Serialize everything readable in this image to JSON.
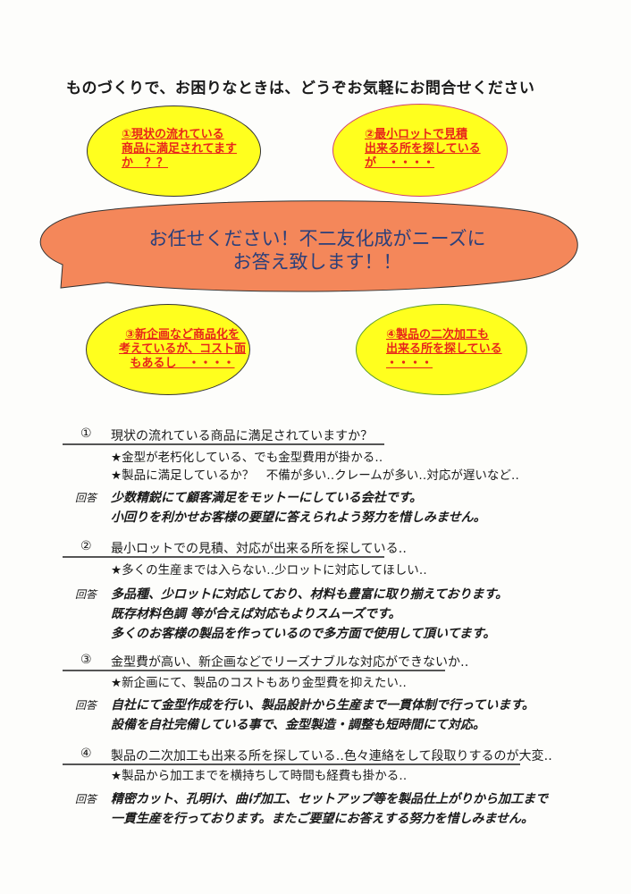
{
  "title": "ものづくりで、お困りなときは、どうぞお気軽にお問合せください",
  "bubbles": [
    {
      "lines": [
        "①現状の流れている",
        "商品に満足されてます",
        "か　？？"
      ]
    },
    {
      "lines": [
        "②最小ロットで見積",
        "出来る所を探している",
        "が　・・・・"
      ]
    },
    {
      "lines": [
        "③新企画など商品化を",
        "考えているが、コスト面",
        "もあるし　・・・・"
      ]
    },
    {
      "lines": [
        "④製品の二次加工も",
        "出来る所を探している",
        "・・・・"
      ]
    }
  ],
  "callout": {
    "lines": [
      "お任せください！不二友化成がニーズに",
      "お答え致します！！"
    ]
  },
  "answer_label": "回答",
  "sections": [
    {
      "number": "①",
      "question": "現状の流れている商品に満足されていますか？",
      "notes": [
        "★金型が老朽化している、でも金型費用が掛かる‥",
        "★製品に満足しているか？　不備が多い‥クレームが多い‥対応が遅いなど‥"
      ],
      "answers": [
        "少数精鋭にて顧客満足をモットーにしている会社です。",
        "小回りを利かせお客様の要望に答えられよう努力を惜しみません。"
      ]
    },
    {
      "number": "②",
      "question": "最小ロットでの見積、対応が出来る所を探している‥",
      "notes": [
        "★多くの生産までは入らない‥少ロットに対応してほしい‥"
      ],
      "answers": [
        "多品種、少ロットに対応しており、材料も豊富に取り揃えております。",
        "既存材料色調 等が合えば対応もよりスムーズです。",
        "多くのお客様の製品を作っているので多方面で使用して頂いてます。"
      ]
    },
    {
      "number": "③",
      "question": "金型費が高い、新企画などでリーズナブルな対応ができないか‥",
      "notes": [
        "★新企画にて、製品のコストもあり金型費を抑えたい‥"
      ],
      "answers": [
        "自社にて金型作成を行い、製品設計から生産まで一貫体制で行っています。",
        "設備を自社完備している事で、金型製造・調整も短時間にて対応。"
      ]
    },
    {
      "number": "④",
      "question": "製品の二次加工も出来る所を探している‥色々連絡をして段取りするのが大変‥",
      "notes": [
        "★製品から加工までを横持ちして時間も経費も掛かる‥"
      ],
      "answers": [
        "精密カット、孔明け、曲げ加工、セットアップ等を製品仕上がりから加工まで",
        "一貫生産を行っております。またご要望にお答えする努力を惜しみません。"
      ]
    }
  ]
}
